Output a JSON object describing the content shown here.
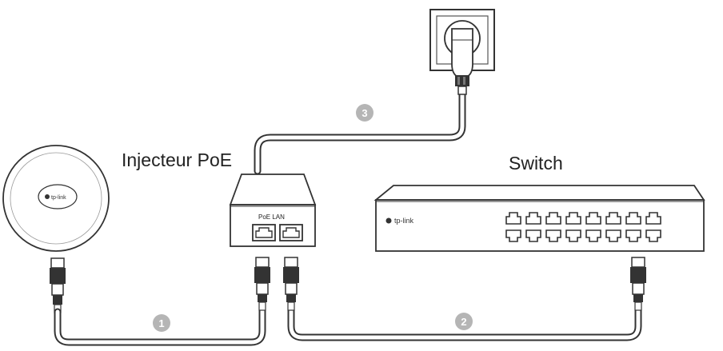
{
  "labels": {
    "injector": "Injecteur PoE",
    "switch": "Switch",
    "ports": "PoE LAN"
  },
  "brand": {
    "ap_logo": "tp-link",
    "switch_logo": "tp-link"
  },
  "steps": [
    "1",
    "2",
    "3"
  ],
  "colors": {
    "line": "#333333",
    "cable_fill": "#ffffff",
    "step_badge": "#b5b5b5"
  }
}
